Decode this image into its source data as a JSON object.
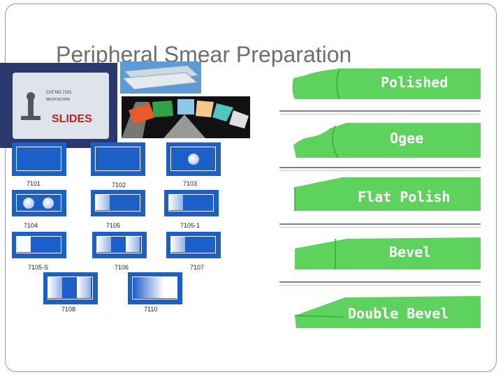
{
  "title": "Peripheral Smear Preparation",
  "box": {
    "cat": "CAT.NO.7101",
    "micro": "MICROSCOPE",
    "label": "SLIDES"
  },
  "slides": [
    {
      "label": "7101"
    },
    {
      "label": "7102"
    },
    {
      "label": "7103"
    },
    {
      "label": "7104"
    },
    {
      "label": "7105"
    },
    {
      "label": "7105-1"
    },
    {
      "label": "7105-S"
    },
    {
      "label": "7106"
    },
    {
      "label": "7107"
    },
    {
      "label": "7108"
    },
    {
      "label": "7110"
    }
  ],
  "edges": [
    {
      "name": "Polished"
    },
    {
      "name": "Ogee"
    },
    {
      "name": "Flat Polish"
    },
    {
      "name": "Bevel"
    },
    {
      "name": "Double Bevel"
    }
  ],
  "colors": {
    "edge_green": "#5dd35d",
    "slide_blue": "#1b5fc9",
    "title": "#6e6e6e"
  }
}
